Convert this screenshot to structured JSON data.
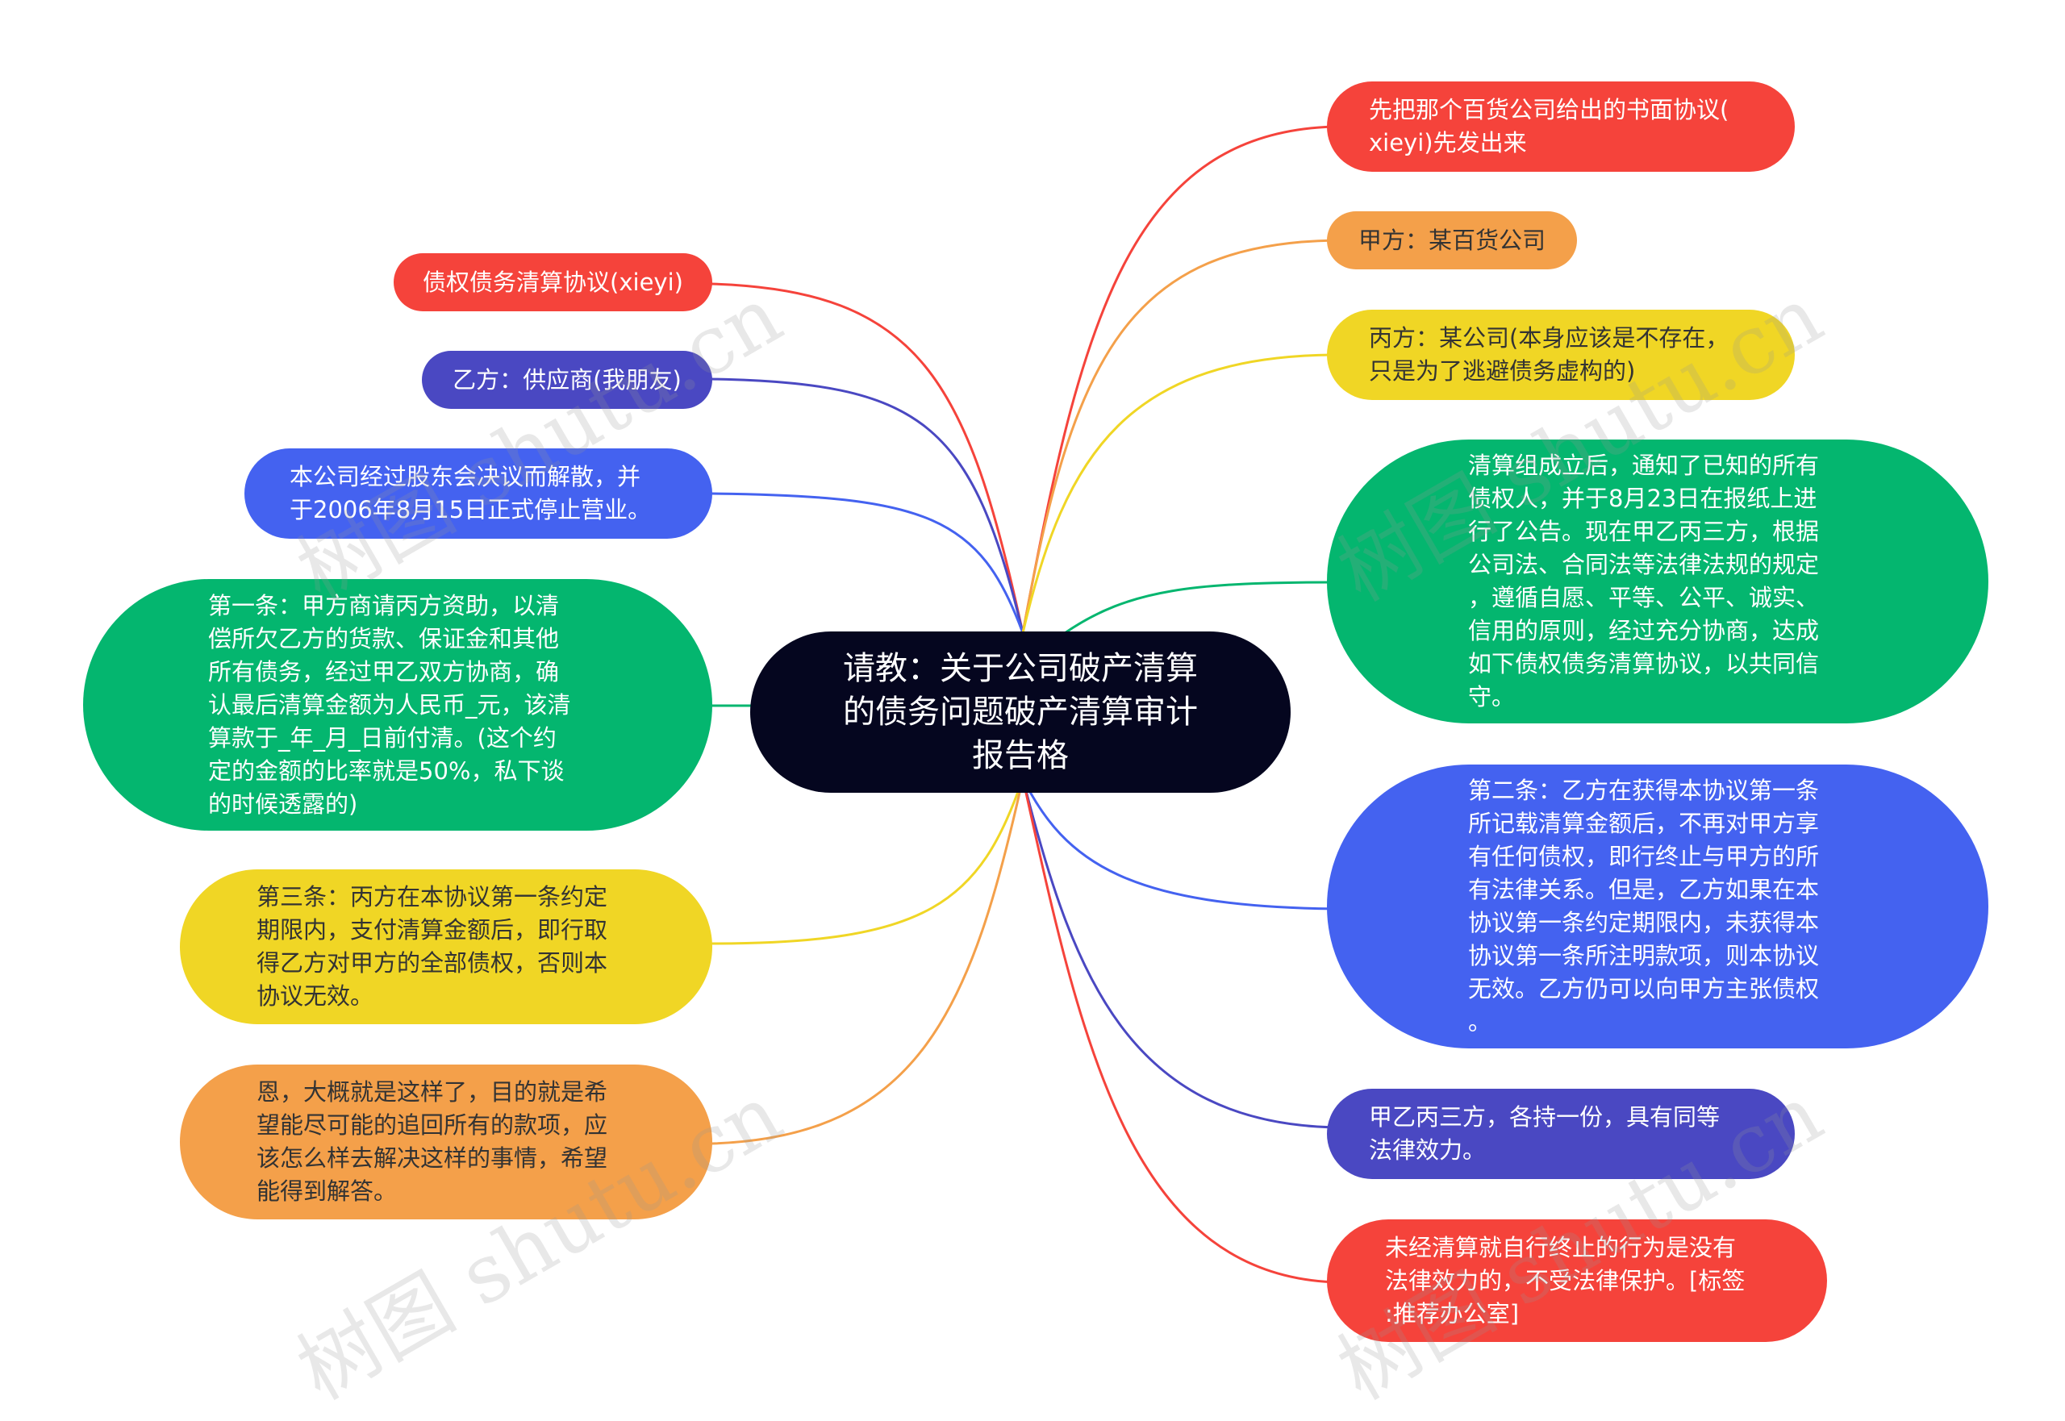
{
  "center": {
    "label": "请教：关于公司破产清算\n的债务问题破产清算审计\n报告格"
  },
  "colors": {
    "red": "#f5433b",
    "orange": "#f4a04a",
    "yellow": "#f0d625",
    "green": "#04b66f",
    "blue": "#4462f0",
    "indigo": "#4a48c2",
    "center": "#05061f"
  },
  "nodes": {
    "claims_agreement": {
      "label": "债权债务清算协议(xieyi)"
    },
    "party_b": {
      "label": "乙方：供应商(我朋友)"
    },
    "dissolution": {
      "label": "本公司经过股东会决议而解散，并\n于2006年8月15日正式停止营业。"
    },
    "article_one": {
      "label": "第一条：甲方商请丙方资助，以清\n偿所欠乙方的货款、保证金和其他\n所有债务，经过甲乙双方协商，确\n认最后清算金额为人民币_元，该清\n算款于_年_月_日前付清。(这个约\n定的金额的比率就是50%，私下谈\n的时候透露的)"
    },
    "article_three": {
      "label": "第三条：丙方在本协议第一条约定\n期限内，支付清算金额后，即行取\n得乙方对甲方的全部债权，否则本\n协议无效。"
    },
    "closing_question": {
      "label": "恩，大概就是这样了，目的就是希\n望能尽可能的追回所有的款项，应\n该怎么样去解决这样的事情，希望\n能得到解答。"
    },
    "send_agreement": {
      "label": "先把那个百货公司给出的书面协议(\nxieyi)先发出来"
    },
    "party_a": {
      "label": "甲方：某百货公司"
    },
    "party_c": {
      "label": "丙方：某公司(本身应该是不存在，\n只是为了逃避债务虚构的)"
    },
    "liquidation_group": {
      "label": "清算组成立后，通知了已知的所有\n债权人，并于8月23日在报纸上进\n行了公告。现在甲乙丙三方，根据\n公司法、合同法等法律法规的规定\n，遵循自愿、平等、公平、诚实、\n信用的原则，经过充分协商，达成\n如下债权债务清算协议，以共同信\n守。"
    },
    "article_two": {
      "label": "第二条：乙方在获得本协议第一条\n所记载清算金额后，不再对甲方享\n有任何债权，即行终止与甲方的所\n有法律关系。但是，乙方如果在本\n协议第一条约定期限内，未获得本\n协议第一条所注明款项，则本协议\n无效。乙方仍可以向甲方主张债权\n。"
    },
    "copies": {
      "label": "甲乙丙三方，各持一份，具有同等\n法律效力。"
    },
    "termination_note": {
      "label": "未经清算就自行终止的行为是没有\n法律效力的，不受法律保护。[标签\n:推荐办公室]"
    }
  },
  "watermark": {
    "text": "树图 shutu.cn"
  }
}
